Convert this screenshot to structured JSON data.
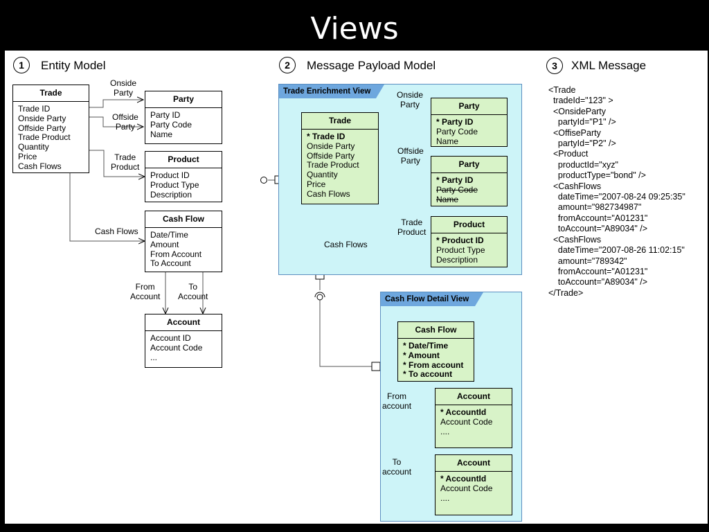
{
  "slide_title": "Views",
  "sections": [
    {
      "num": "1",
      "title": "Entity Model"
    },
    {
      "num": "2",
      "title": "Message Payload Model"
    },
    {
      "num": "3",
      "title": "XML Message"
    }
  ],
  "entity_model": {
    "trade": {
      "title": "Trade",
      "items": [
        "Trade ID",
        "Onside Party",
        "Offside Party",
        "Trade Product",
        "Quantity",
        "Price",
        "Cash Flows"
      ]
    },
    "party": {
      "title": "Party",
      "items": [
        "Party ID",
        "Party Code",
        "Name"
      ]
    },
    "product": {
      "title": "Product",
      "items": [
        "Product ID",
        "Product Type",
        "Description"
      ]
    },
    "cashflow": {
      "title": "Cash Flow",
      "items": [
        "Date/Time",
        "Amount",
        "From Account",
        "To Account"
      ]
    },
    "account": {
      "title": "Account",
      "items": [
        "Account ID",
        "Account Code",
        "..."
      ]
    },
    "labels": {
      "onside": "Onside\nParty",
      "offside": "Offside\nParty",
      "trade_product": "Trade\nProduct",
      "cash_flows": "Cash Flows",
      "from_account": "From\nAccount",
      "to_account": "To\nAccount"
    }
  },
  "payload_model": {
    "trade_view_tab": "Trade Enrichment View",
    "cashflow_view_tab": "Cash Flow Detail View",
    "trade": {
      "title": "Trade",
      "key": "* Trade ID",
      "items": [
        "Onside Party",
        "Offside Party",
        "Trade Product",
        "Quantity",
        "Price",
        "Cash Flows"
      ]
    },
    "party1": {
      "title": "Party",
      "key": "* Party ID",
      "items": [
        "Party Code",
        "Name"
      ]
    },
    "party2": {
      "title": "Party",
      "key": "* Party ID",
      "items": [
        "Party Code",
        "Name"
      ]
    },
    "product": {
      "title": "Product",
      "key": "* Product ID",
      "items": [
        "Product Type",
        "Description"
      ]
    },
    "cashflow": {
      "title": "Cash Flow",
      "items": [
        "* Date/Time",
        "* Amount",
        "* From account",
        "* To account"
      ]
    },
    "account1": {
      "title": "Account",
      "key": "* AccountId",
      "items": [
        "Account Code",
        "...."
      ]
    },
    "account2": {
      "title": "Account",
      "key": "* AccountId",
      "items": [
        "Account Code",
        "...."
      ]
    },
    "labels": {
      "onside": "Onside\nParty",
      "offside": "Offside\nParty",
      "trade_product": "Trade\nProduct",
      "cash_flows": "Cash Flows",
      "from_account": "From\naccount",
      "to_account": "To\naccount"
    }
  },
  "xml_lines": [
    "<Trade",
    "  tradeId=\"123\" >",
    "  <OnsideParty",
    "    partyId=\"P1\" />",
    "  <OffiseParty",
    "    partyId=\"P2\" />",
    "  <Product",
    "    productId=\"xyz\"",
    "    productType=\"bond\" />",
    "  <CashFlows",
    "    dateTime=\"2007-08-24 09:25:35\"",
    "    amount=\"982734987\"",
    "    fromAccount=\"A01231\"",
    "    toAccount=\"A89034\" />",
    "  <CashFlows",
    "    dateTime=\"2007-08-26 11:02:15\"",
    "    amount=\"789342\"",
    "    fromAccount=\"A01231\"",
    "    toAccount=\"A89034\" />",
    "</Trade>"
  ]
}
